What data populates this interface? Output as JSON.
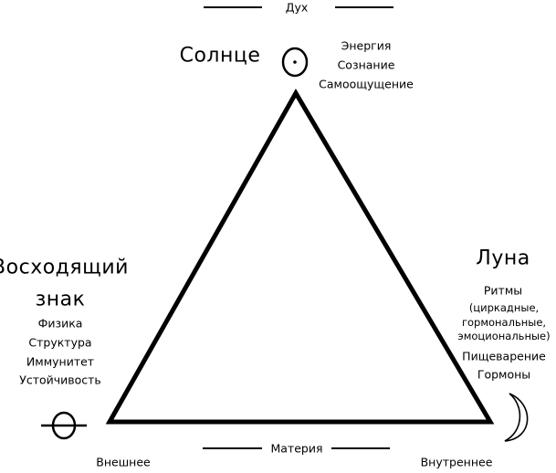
{
  "top": {
    "label": "Дух"
  },
  "bottom": {
    "label": "Материя",
    "left": "Внешнее",
    "right": "Внутреннее"
  },
  "sun": {
    "title": "Солнце",
    "icon": "sun-symbol-icon",
    "items": [
      "Энергия",
      "Сознание",
      "Самоощущение"
    ]
  },
  "ascendant": {
    "title_line1": "Восходящий",
    "title_line2": "знак",
    "icon": "earth-symbol-icon",
    "items": [
      "Физика",
      "Структура",
      "Иммунитет",
      "Устойчивость"
    ]
  },
  "moon": {
    "title": "Луна",
    "icon": "moon-crescent-icon",
    "items": [
      "Ритмы",
      "(циркадные,",
      "гормональные,",
      "эмоциональные)",
      "Пищеварение",
      "Гормоны"
    ]
  },
  "colors": {
    "ink": "#000000",
    "background": "#ffffff"
  }
}
